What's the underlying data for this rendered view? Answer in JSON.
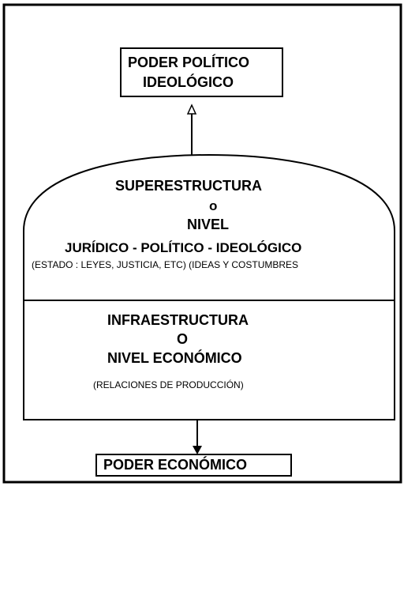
{
  "colors": {
    "line": "#000000",
    "background": "#ffffff"
  },
  "top_box": {
    "line1": "PODER POLÍTICO",
    "line2": "IDEOLÓGICO"
  },
  "superstructure": {
    "title": "SUPERESTRUCTURA",
    "connector": "o",
    "nivel": "NIVEL",
    "levels": "JURÍDICO - POLÍTICO - IDEOLÓGICO",
    "detail": "(ESTADO : LEYES, JUSTICIA, ETC)  (IDEAS Y COSTUMBRES"
  },
  "infrastructure": {
    "title": "INFRAESTRUCTURA",
    "connector": "O",
    "nivel": "NIVEL ECONÓMICO",
    "detail": "(RELACIONES DE PRODUCCIÓN)"
  },
  "bottom_box": {
    "label": "PODER ECONÓMICO"
  }
}
